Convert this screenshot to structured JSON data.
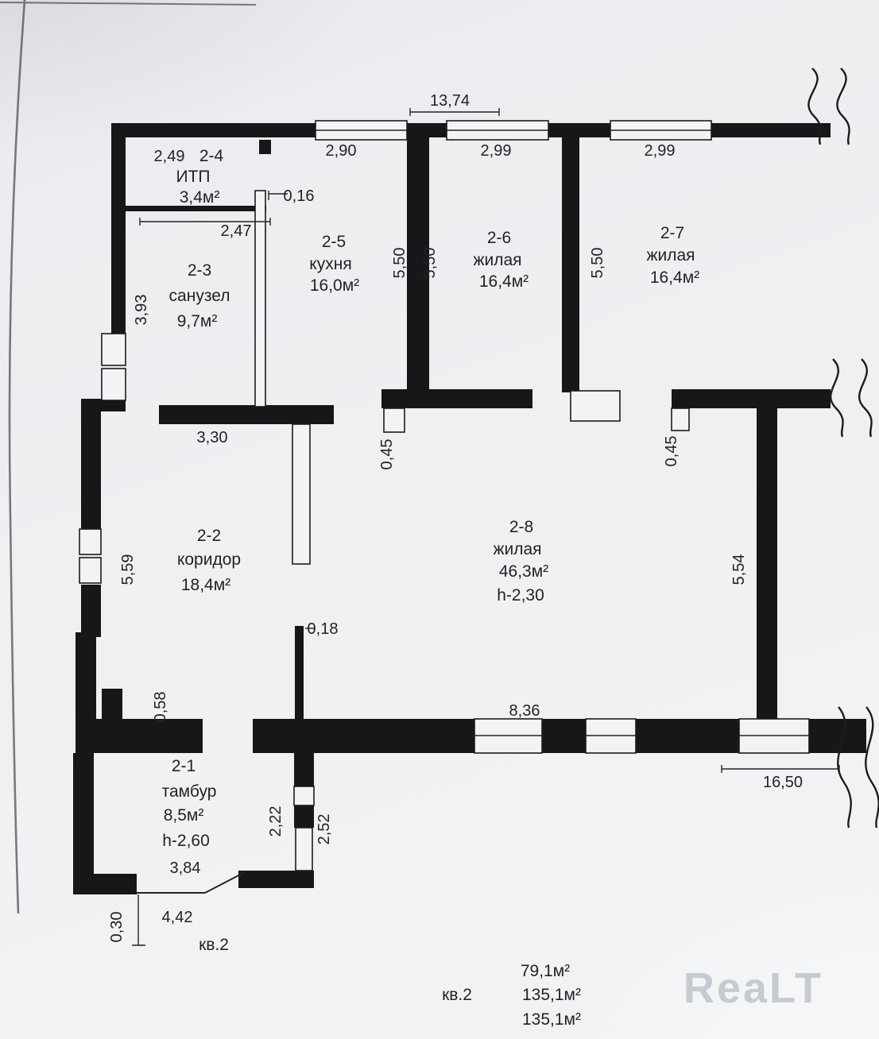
{
  "page": {
    "paper_color": "#eef0f2",
    "ink_color": "#1c1c1e",
    "watermark_color": "#c6cad2"
  },
  "apartment": {
    "label": "кв.2"
  },
  "rooms": [
    {
      "id": "2-4",
      "name": "ИТП",
      "area": "3,4м²"
    },
    {
      "id": "2-3",
      "name": "санузел",
      "area": "9,7м²"
    },
    {
      "id": "2-5",
      "name": "кухня",
      "area": "16,0м²"
    },
    {
      "id": "2-6",
      "name": "жилая",
      "area": "16,4м²"
    },
    {
      "id": "2-7",
      "name": "жилая",
      "area": "16,4м²"
    },
    {
      "id": "2-2",
      "name": "коридор",
      "area": "18,4м²"
    },
    {
      "id": "2-8",
      "name": "жилая",
      "area": "46,3м²",
      "height": "h-2,30"
    },
    {
      "id": "2-1",
      "name": "тамбур",
      "area": "8,5м²",
      "height": "h-2,60"
    }
  ],
  "dims": {
    "top_total": "13,74",
    "itp_width": "2,49",
    "win1": "2,90",
    "win2": "2,99",
    "win3": "2,99",
    "wall_016": "0,16",
    "itp_bottom": "2,47",
    "sanuzel_h": "3,93",
    "v550a": "5,50",
    "v550b": "5,50",
    "v550c": "5,50",
    "koridor_top": "3,30",
    "v045a": "0,45",
    "v045b": "0,45",
    "koridor_h": "5,59",
    "room8_right": "5,54",
    "wall_018": "0,18",
    "stub_058": "0,58",
    "room8_width": "8,36",
    "bottom_total": "16,50",
    "tambur_222": "2,22",
    "tambur_252": "2,52",
    "tambur_384": "3,84",
    "entry_030": "0,30",
    "entry_442": "4,42"
  },
  "footer": {
    "apartment": "кв.2",
    "area1": "79,1м²",
    "area2": "135,1м²",
    "area3": "135,1м²"
  },
  "watermark": {
    "text": "ReaLT"
  }
}
